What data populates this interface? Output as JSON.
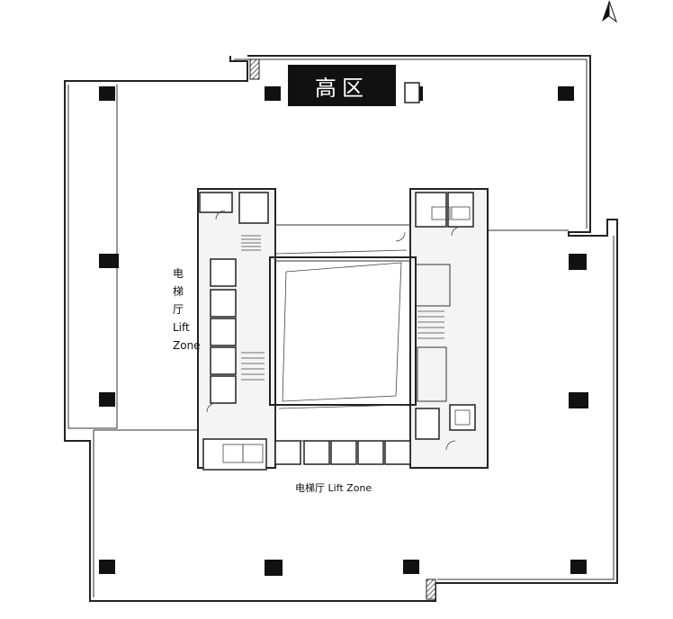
{
  "zone_label": "高区",
  "lift_zone_vertical": {
    "line1": "电",
    "line2": "梯",
    "line3": "厅",
    "line4": "Lift",
    "line5": "Zone"
  },
  "lift_zone_horizontal": "电梯厅 Lift Zone",
  "icons": {
    "north_arrow": "north-arrow-icon"
  }
}
